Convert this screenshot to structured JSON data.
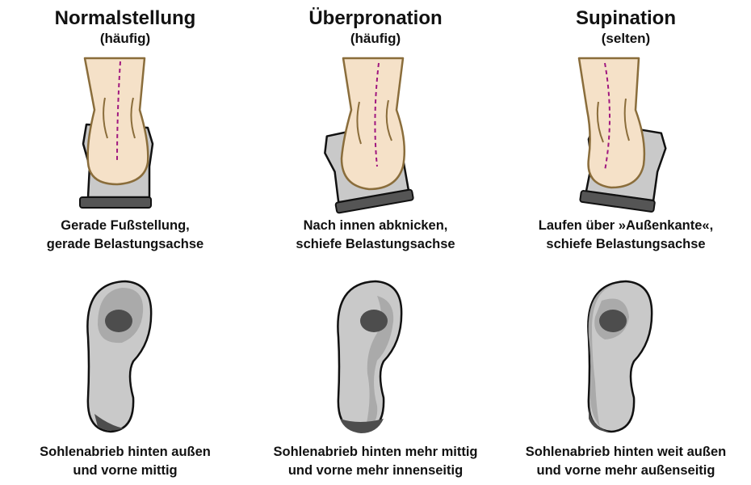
{
  "columns": [
    {
      "id": "normal",
      "title": "Normalstellung",
      "frequency": "(häufig)",
      "stance_lines": [
        "Gerade Fußstellung,",
        "gerade Belastungsachse"
      ],
      "wear_lines": [
        "Sohlenabrieb hinten außen",
        "und vorne mittig"
      ]
    },
    {
      "id": "overpronation",
      "title": "Überpronation",
      "frequency": "(häufig)",
      "stance_lines": [
        "Nach innen abknicken,",
        "schiefe Belastungsachse"
      ],
      "wear_lines": [
        "Sohlenabrieb hinten mehr mittig",
        "und vorne mehr innenseitig"
      ]
    },
    {
      "id": "supination",
      "title": "Supination",
      "frequency": "(selten)",
      "stance_lines": [
        "Laufen über »Außenkante«,",
        "schiefe Belastungsachse"
      ],
      "wear_lines": [
        "Sohlenabrieb hinten weit außen",
        "und vorne mehr außenseitig"
      ]
    }
  ],
  "colors": {
    "skin": "#f5e1c8",
    "skin_outline": "#8a6d3b",
    "axis_line": "#a0177f",
    "shoe": "#c9c9c9",
    "shoe_outline": "#111111",
    "sole_strip": "#555555",
    "wear_light": "#aaaaaa",
    "wear_dark": "#4d4d4d"
  }
}
